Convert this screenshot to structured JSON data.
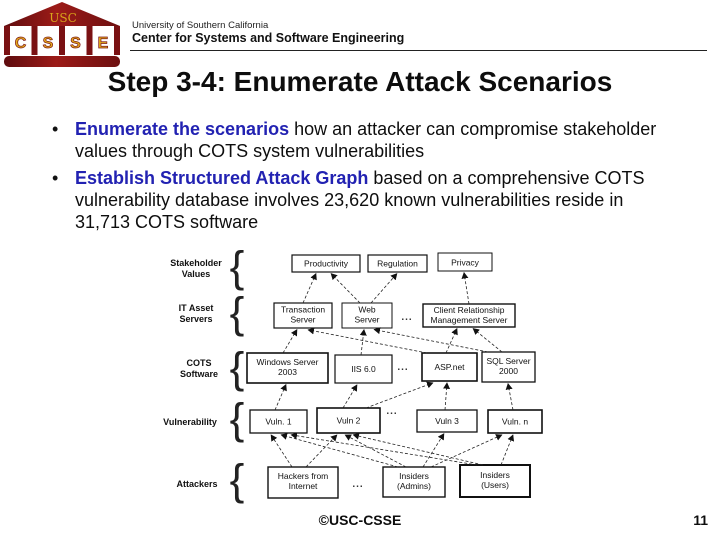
{
  "header": {
    "logo": {
      "usc": "USC",
      "letters": [
        "C",
        "S",
        "S",
        "E"
      ]
    },
    "university": "University of Southern California",
    "center": "Center for Systems and Software Engineering"
  },
  "title": "Step 3-4: Enumerate Attack Scenarios",
  "bullet_char": "•",
  "bullets": [
    {
      "highlight": "Enumerate the scenarios",
      "rest": " how an attacker can compromise stakeholder values through COTS system vulnerabilities"
    },
    {
      "highlight": "Establish Structured Attack Graph",
      "rest": " based on a comprehensive COTS vulnerability database involves 23,620 known vulnerabilities reside in 31,713 COTS software"
    }
  ],
  "diagram": {
    "brace": "{",
    "rows": [
      {
        "label_lines": [
          "Stakeholder",
          "Values"
        ],
        "nodes": [
          {
            "lines": [
              "Productivity"
            ]
          },
          {
            "lines": [
              "Regulation"
            ]
          },
          {
            "lines": [
              "Privacy"
            ]
          }
        ]
      },
      {
        "label_lines": [
          "IT Asset",
          "Servers"
        ],
        "ellipsis": "...",
        "nodes": [
          {
            "lines": [
              "Transaction",
              "Server"
            ]
          },
          {
            "lines": [
              "Web",
              "Server"
            ]
          },
          {
            "lines": [
              "Client Relationship",
              "Management Server"
            ]
          }
        ]
      },
      {
        "label_lines": [
          "COTS",
          "Software"
        ],
        "ellipsis": "...",
        "nodes": [
          {
            "lines": [
              "Windows Server",
              "2003"
            ]
          },
          {
            "lines": [
              "IIS 6.0"
            ]
          },
          {
            "lines": [
              "ASP.net"
            ]
          },
          {
            "lines": [
              "SQL Server",
              "2000"
            ]
          }
        ]
      },
      {
        "label_lines": [
          "Vulnerability"
        ],
        "ellipsis": "...",
        "nodes": [
          {
            "lines": [
              "Vuln. 1"
            ]
          },
          {
            "lines": [
              "Vuln 2"
            ]
          },
          {
            "lines": [
              "Vuln 3"
            ]
          },
          {
            "lines": [
              "Vuln. n"
            ]
          }
        ]
      },
      {
        "label_lines": [
          "Attackers"
        ],
        "ellipsis": "...",
        "nodes": [
          {
            "lines": [
              "Hackers from",
              "Internet"
            ]
          },
          {
            "lines": [
              "Insiders",
              "(Admins)"
            ]
          },
          {
            "lines": [
              "Insiders",
              "(Users)"
            ]
          }
        ]
      }
    ]
  },
  "footer": {
    "copyright": "©USC-CSSE",
    "page": "11"
  },
  "colors": {
    "maroon": "#7a1113",
    "gold": "#e2ac1b",
    "accent_blue": "#2222b2"
  }
}
